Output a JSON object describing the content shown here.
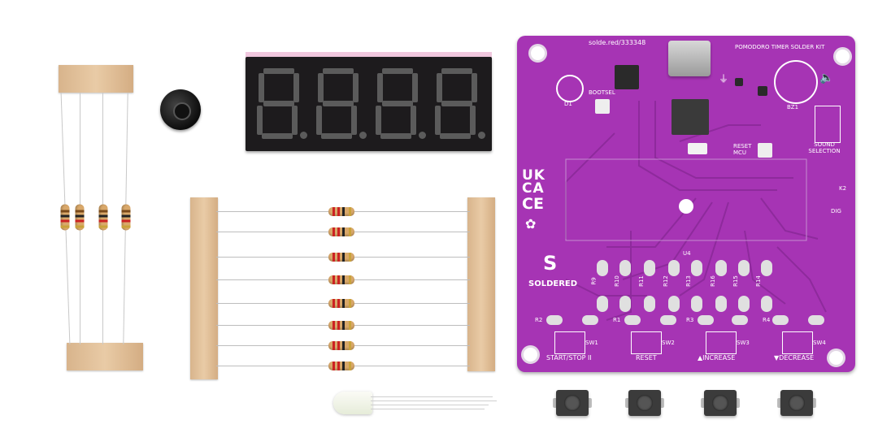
{
  "pcb": {
    "url_text": "solde.red/333348",
    "kit_title": "POMODORO TIMER SOLDER KIT",
    "brand": "SOLDERED",
    "ukca": [
      "UK",
      "CA"
    ],
    "ce": "CE",
    "labels": {
      "d1": "D1",
      "bootsel": "BOOTSEL",
      "reset_mcu": "RESET MCU",
      "bz1": "BZ1",
      "sound_selection": "SOUND SELECTION",
      "k2": "K2",
      "dig": "DIG",
      "u4": "U4",
      "r2": "R2",
      "r1": "R1",
      "r3": "R3",
      "r4": "R4",
      "sw1": "SW1",
      "sw2": "SW2",
      "sw3": "SW3",
      "sw4": "SW4"
    },
    "resistor_labels": [
      "R9",
      "R10",
      "R11",
      "R12",
      "R13",
      "R16",
      "R15",
      "R14"
    ],
    "button_labels": [
      "START/STOP II",
      "RESET",
      "▲INCREASE",
      "▼DECREASE"
    ]
  },
  "colors": {
    "pcb": "#a634b4",
    "display": "#1d1b1d",
    "tape": "#e2c19b"
  }
}
